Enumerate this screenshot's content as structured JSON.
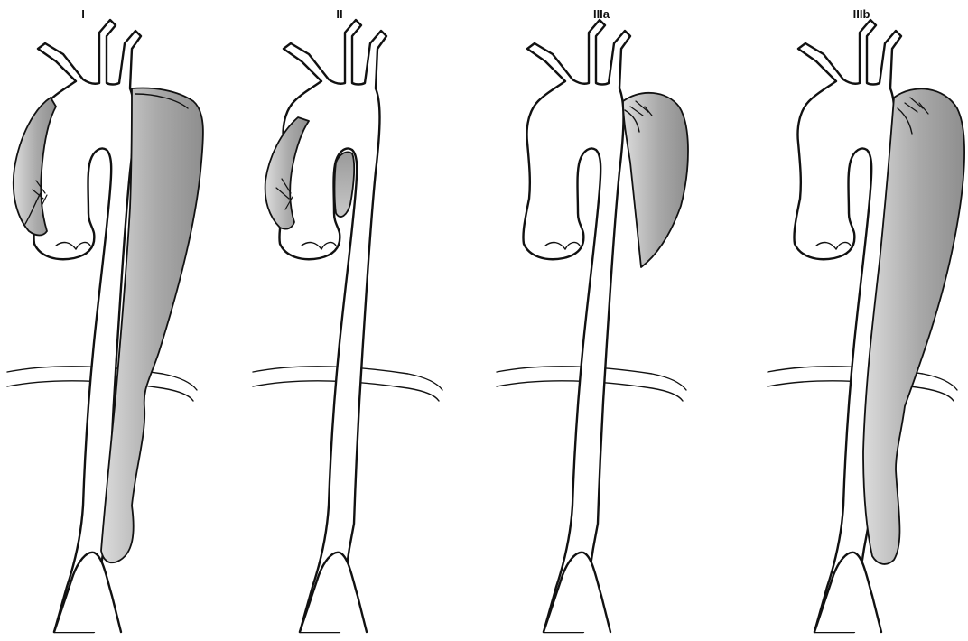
{
  "figure": {
    "panels": [
      {
        "id": "type-1",
        "label": "I"
      },
      {
        "id": "type-2",
        "label": "II"
      },
      {
        "id": "type-3a",
        "label": "IIIa"
      },
      {
        "id": "type-3b",
        "label": "IIIb"
      }
    ],
    "colors": {
      "outline": "#111111",
      "vessel_fill": "#ffffff",
      "false_lumen_light": "#dcdcdc",
      "false_lumen_dark": "#8e8e8e"
    }
  }
}
